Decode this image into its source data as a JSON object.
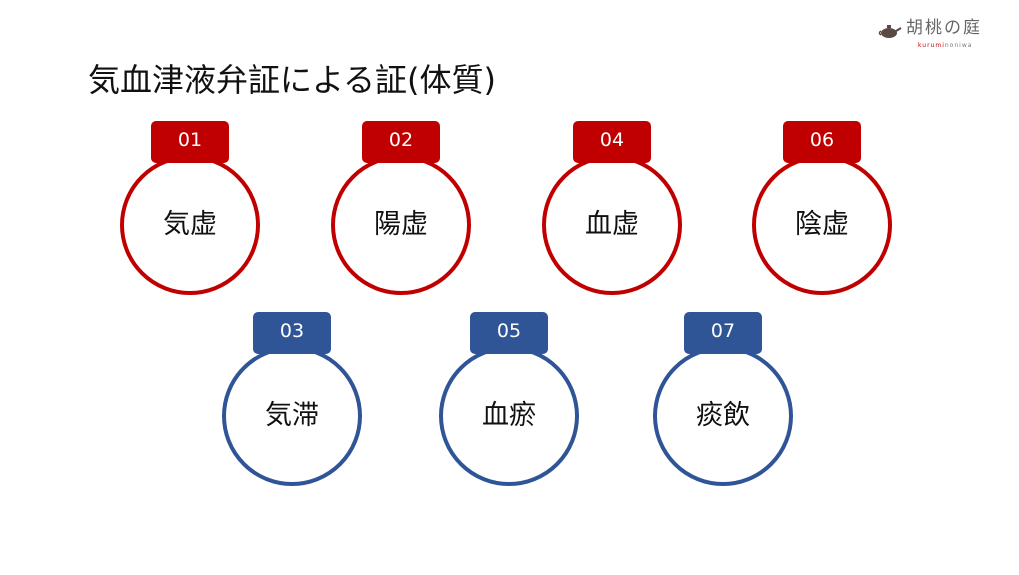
{
  "title": "気血津液弁証による証(体質)",
  "logo": {
    "main": "胡桃の庭",
    "sub_red": "kurumi",
    "sub_gray": "noniwa"
  },
  "items": [
    {
      "number": "01",
      "label": "気虚",
      "color": "#c00000"
    },
    {
      "number": "02",
      "label": "陽虚",
      "color": "#c00000"
    },
    {
      "number": "04",
      "label": "血虚",
      "color": "#c00000"
    },
    {
      "number": "06",
      "label": "陰虚",
      "color": "#c00000"
    },
    {
      "number": "03",
      "label": "気滞",
      "color": "#2f5597"
    },
    {
      "number": "05",
      "label": "血瘀",
      "color": "#2f5597"
    },
    {
      "number": "07",
      "label": "痰飲",
      "color": "#2f5597"
    }
  ]
}
